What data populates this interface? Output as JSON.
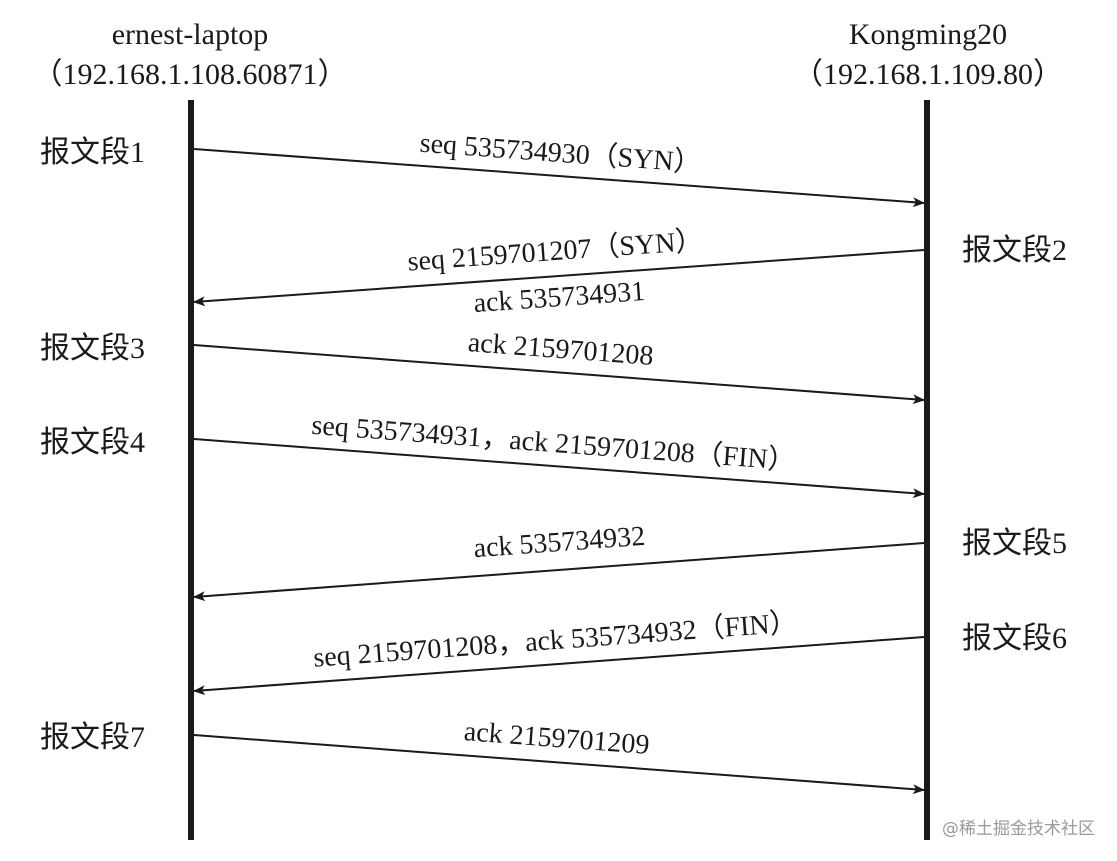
{
  "hosts": {
    "left": {
      "name": "ernest-laptop",
      "address": "（192.168.1.108.60871）"
    },
    "right": {
      "name": "Kongming20",
      "address": "（192.168.1.109.80）"
    }
  },
  "segments": [
    {
      "label": "报文段1",
      "side": "left",
      "direction": "to-right",
      "message": "seq 535734930（SYN）"
    },
    {
      "label": "报文段2",
      "side": "right",
      "direction": "to-left",
      "message": "seq 2159701207（SYN）",
      "message2": "ack 535734931"
    },
    {
      "label": "报文段3",
      "side": "left",
      "direction": "to-right",
      "message": "ack 2159701208"
    },
    {
      "label": "报文段4",
      "side": "left",
      "direction": "to-right",
      "message": "seq 535734931，ack 2159701208（FIN）"
    },
    {
      "label": "报文段5",
      "side": "right",
      "direction": "to-left",
      "message": "ack 535734932"
    },
    {
      "label": "报文段6",
      "side": "right",
      "direction": "to-left",
      "message": "seq 2159701208，ack 535734932（FIN）"
    },
    {
      "label": "报文段7",
      "side": "left",
      "direction": "to-right",
      "message": "ack 2159701209"
    }
  ],
  "watermark": "@稀土掘金技术社区"
}
